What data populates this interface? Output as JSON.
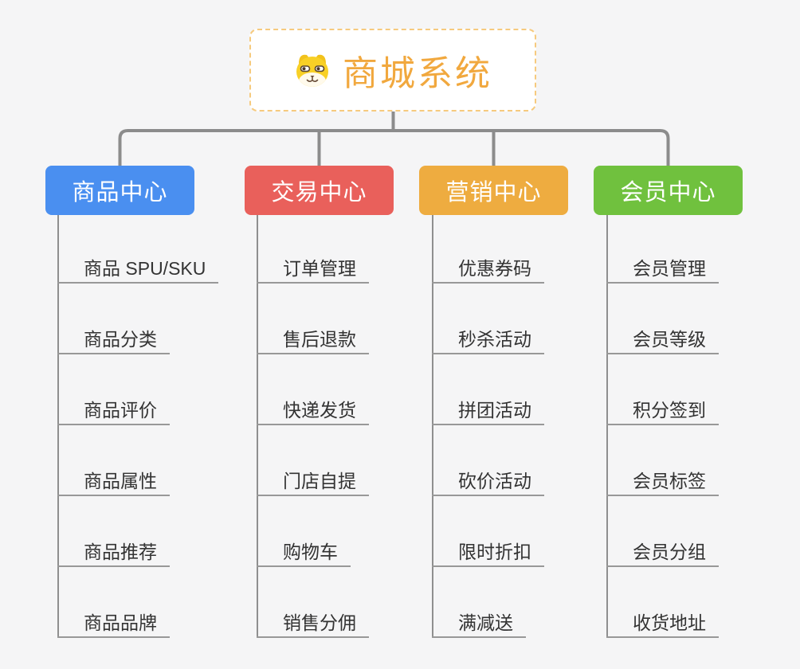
{
  "root": {
    "title": "商城系统",
    "icon": "dog-face-icon"
  },
  "branches": [
    {
      "label": "商品中心",
      "color": "#4a8ff0",
      "items": [
        "商品 SPU/SKU",
        "商品分类",
        "商品评价",
        "商品属性",
        "商品推荐",
        "商品品牌"
      ]
    },
    {
      "label": "交易中心",
      "color": "#e9605b",
      "items": [
        "订单管理",
        "售后退款",
        "快递发货",
        "门店自提",
        "购物车",
        "销售分佣"
      ]
    },
    {
      "label": "营销中心",
      "color": "#eeac40",
      "items": [
        "优惠券码",
        "秒杀活动",
        "拼团活动",
        "砍价活动",
        "限时折扣",
        "满减送"
      ]
    },
    {
      "label": "会员中心",
      "color": "#70c13e",
      "items": [
        "会员管理",
        "会员等级",
        "积分签到",
        "会员标签",
        "会员分组",
        "收货地址"
      ]
    }
  ],
  "colors": {
    "page_background": "#f5f5f6",
    "connector_line": "#8c8c8c",
    "leaf_underline": "#989898",
    "leaf_text": "#333333",
    "root_title": "#f1a83e",
    "root_border": "#f6ca7e"
  }
}
